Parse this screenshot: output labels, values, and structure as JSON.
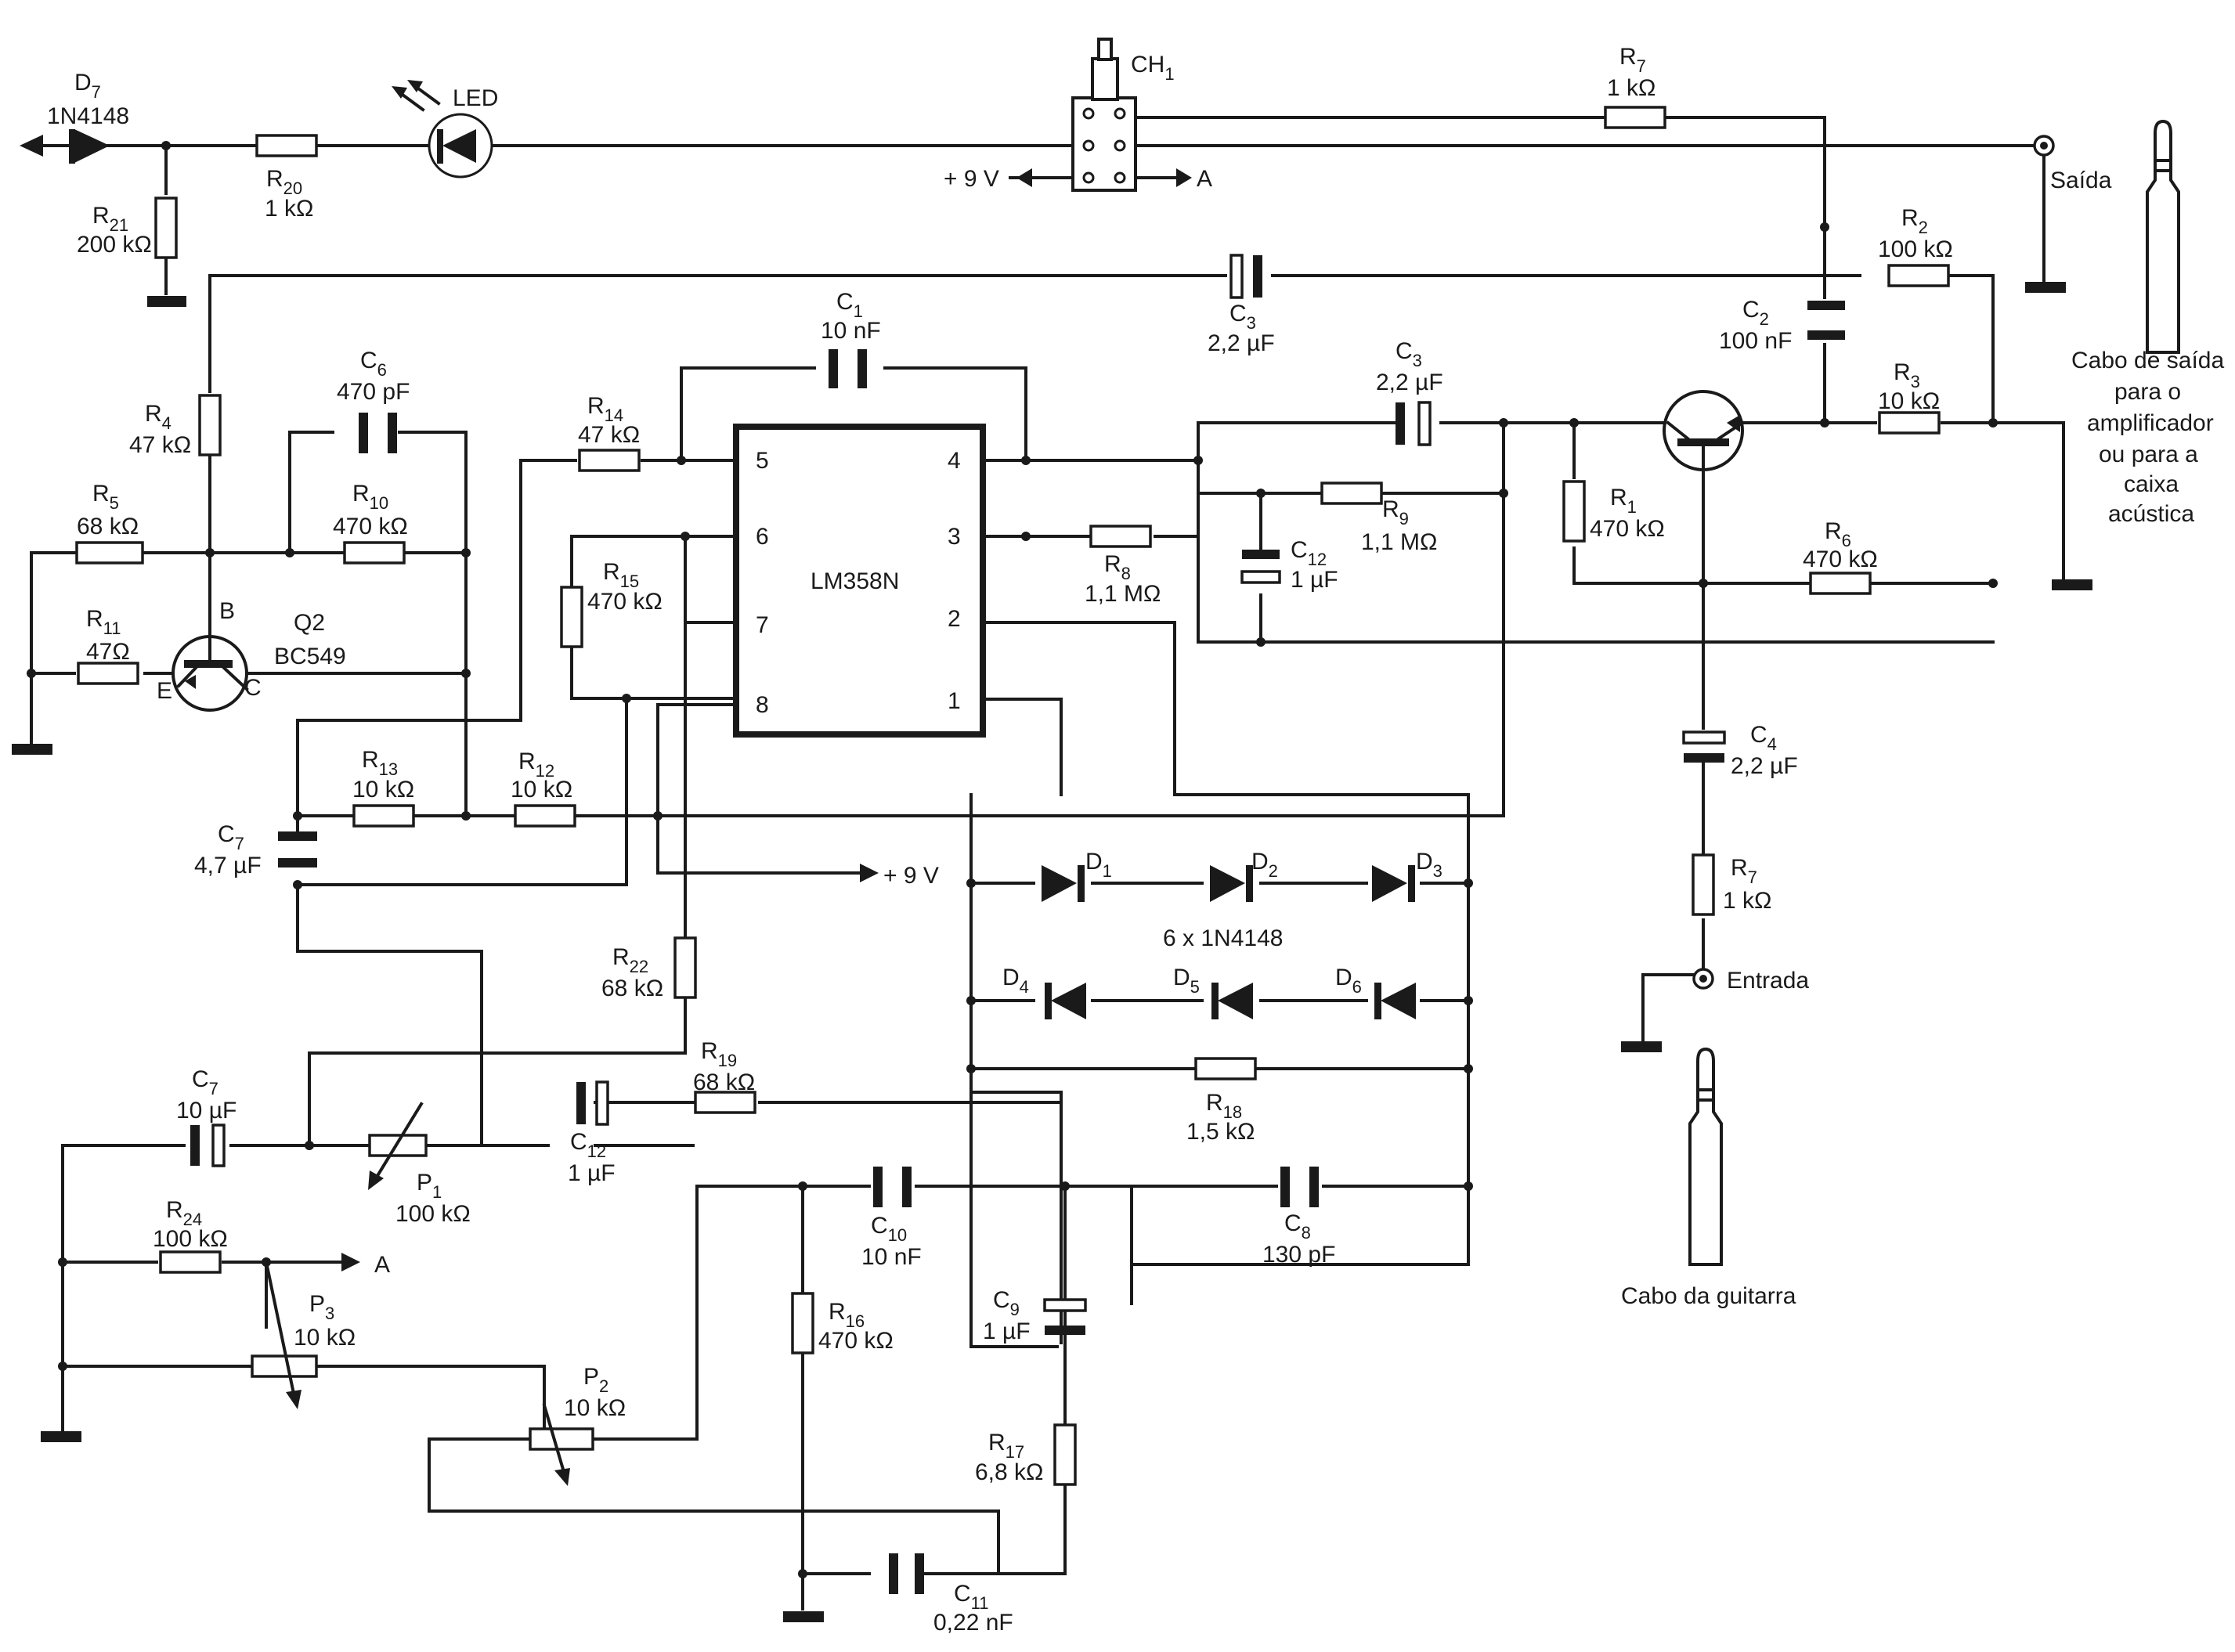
{
  "ic": {
    "name": "LM358N",
    "pins": [
      "5",
      "6",
      "7",
      "8",
      "4",
      "3",
      "2",
      "1"
    ]
  },
  "resistors": [
    {
      "ref": "R",
      "sub": "20",
      "value": "1 kΩ"
    },
    {
      "ref": "R",
      "sub": "21",
      "value": "200 kΩ"
    },
    {
      "ref": "R",
      "sub": "7",
      "value": "1 kΩ"
    },
    {
      "ref": "R",
      "sub": "2",
      "value": "100 kΩ"
    },
    {
      "ref": "R",
      "sub": "3",
      "value": "10 kΩ"
    },
    {
      "ref": "R",
      "sub": "1",
      "value": "470 kΩ"
    },
    {
      "ref": "R",
      "sub": "6",
      "value": "470 kΩ"
    },
    {
      "ref": "R",
      "sub": "9",
      "value": "1,1 MΩ"
    },
    {
      "ref": "R",
      "sub": "8",
      "value": "1,1 MΩ"
    },
    {
      "ref": "R",
      "sub": "14",
      "value": "47 kΩ"
    },
    {
      "ref": "R",
      "sub": "15",
      "value": "470 kΩ"
    },
    {
      "ref": "R",
      "sub": "4",
      "value": "47 kΩ"
    },
    {
      "ref": "R",
      "sub": "5",
      "value": "68 kΩ"
    },
    {
      "ref": "R",
      "sub": "10",
      "value": "470 kΩ"
    },
    {
      "ref": "R",
      "sub": "11",
      "value": "47Ω"
    },
    {
      "ref": "R",
      "sub": "13",
      "value": "10 kΩ"
    },
    {
      "ref": "R",
      "sub": "12",
      "value": "10 kΩ"
    },
    {
      "ref": "R",
      "sub": "22",
      "value": "68 kΩ"
    },
    {
      "ref": "R",
      "sub": "19",
      "value": "68 kΩ"
    },
    {
      "ref": "R",
      "sub": "24",
      "value": "100 kΩ"
    },
    {
      "ref": "R",
      "sub": "16",
      "value": "470 kΩ"
    },
    {
      "ref": "R",
      "sub": "18",
      "value": "1,5 kΩ"
    },
    {
      "ref": "R",
      "sub": "17",
      "value": "6,8 kΩ"
    },
    {
      "ref": "R",
      "sub": "7",
      "value": "1 kΩ"
    }
  ],
  "capacitors": [
    {
      "ref": "C",
      "sub": "1",
      "value": "10 nF"
    },
    {
      "ref": "C",
      "sub": "3",
      "value": "2,2 µF"
    },
    {
      "ref": "C",
      "sub": "2",
      "value": "100 nF"
    },
    {
      "ref": "C",
      "sub": "3",
      "value": "2,2 µF"
    },
    {
      "ref": "C",
      "sub": "12",
      "value": "1 µF"
    },
    {
      "ref": "C",
      "sub": "6",
      "value": "470 pF"
    },
    {
      "ref": "C",
      "sub": "7",
      "value": "4,7 µF"
    },
    {
      "ref": "C",
      "sub": "4",
      "value": "2,2 µF"
    },
    {
      "ref": "C",
      "sub": "7",
      "value": "10 µF"
    },
    {
      "ref": "C",
      "sub": "12",
      "value": "1 µF"
    },
    {
      "ref": "C",
      "sub": "10",
      "value": "10 nF"
    },
    {
      "ref": "C",
      "sub": "8",
      "value": "130 pF"
    },
    {
      "ref": "C",
      "sub": "9",
      "value": "1 µF"
    },
    {
      "ref": "C",
      "sub": "11",
      "value": "0,22 nF"
    }
  ],
  "pots": [
    {
      "ref": "P",
      "sub": "1",
      "value": "100 kΩ"
    },
    {
      "ref": "P",
      "sub": "3",
      "value": "10 kΩ"
    },
    {
      "ref": "P",
      "sub": "2",
      "value": "10 kΩ"
    }
  ],
  "diodes": [
    {
      "ref": "D",
      "sub": "7",
      "value": "1N4148"
    },
    {
      "ref": "D",
      "sub": "1"
    },
    {
      "ref": "D",
      "sub": "2"
    },
    {
      "ref": "D",
      "sub": "3"
    },
    {
      "ref": "D",
      "sub": "4"
    },
    {
      "ref": "D",
      "sub": "5"
    },
    {
      "ref": "D",
      "sub": "6"
    }
  ],
  "diode_note": "6 x 1N4148",
  "led": "LED",
  "switch": {
    "ref": "CH",
    "sub": "1"
  },
  "transistor_q2": {
    "ref": "Q2",
    "type": "BC549",
    "b": "B",
    "e": "E",
    "c": "C"
  },
  "power": {
    "v9_left": "+ 9 V",
    "a_right": "A",
    "v9_bottom": "+ 9 V",
    "a_bottom": "A"
  },
  "jacks": {
    "out": "Saída",
    "in": "Entrada"
  },
  "cables": {
    "out_lines": [
      "Cabo de saída",
      "para o",
      "amplificador",
      "ou para a",
      "caixa",
      "acústica"
    ],
    "guitar": "Cabo da guitarra"
  }
}
